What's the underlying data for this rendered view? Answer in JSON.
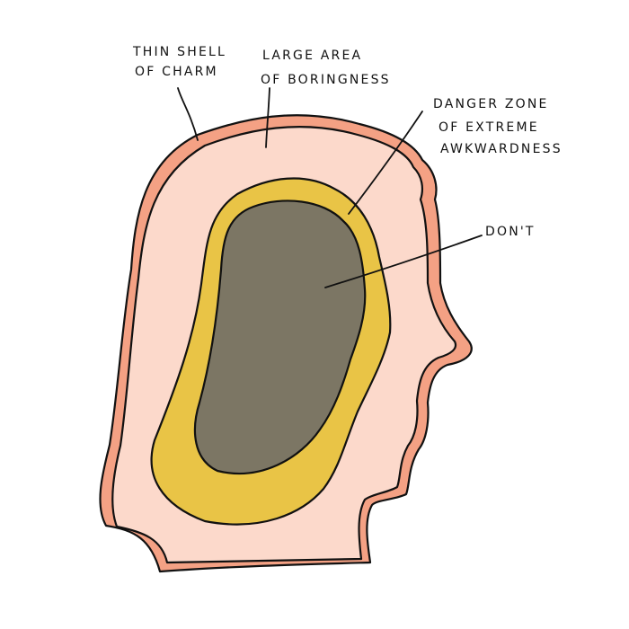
{
  "diagram": {
    "labels": {
      "shell_line1": "THIN SHELL",
      "shell_line2": "OF CHARM",
      "boring_line1": "LARGE AREA",
      "boring_line2": "OF BORINGNESS",
      "danger_line1": "DANGER ZONE",
      "danger_line2": "OF EXTREME",
      "danger_line3": "AWKWARDNESS",
      "core": "DON'T"
    },
    "colors": {
      "shell": "#f4a184",
      "boring": "#fcd9cb",
      "danger": "#e9c446",
      "core": "#7c7664",
      "ink": "#111111",
      "background": "#ffffff"
    }
  }
}
